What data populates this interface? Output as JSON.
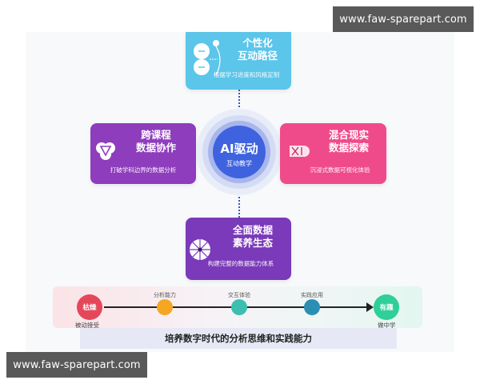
{
  "watermark": {
    "text": "www.faw-sparepart.com"
  },
  "hub": {
    "title": "AI驱动",
    "subtitle": "互动教学",
    "color": "#3f63df"
  },
  "cards": {
    "top": {
      "title_line1": "个性化",
      "title_line2": "互动路径",
      "subtitle": "根据学习进度和风格定制",
      "color": "#5bc5ea",
      "icon": "brain-toggle-icon"
    },
    "left": {
      "title_line1": "跨课程",
      "title_line2": "数据协作",
      "subtitle": "打破学科边界的数据分析",
      "color": "#8e3dbd",
      "icon": "venn-triangle-icon"
    },
    "right": {
      "title_line1": "混合现实",
      "title_line2": "数据探索",
      "subtitle": "沉浸式数据可视化体验",
      "color": "#ef4b8b",
      "icon": "xr-headset-icon"
    },
    "bottom": {
      "title_line1": "全面数据",
      "title_line2": "素养生态",
      "subtitle": "构建完整的数据能力体系",
      "color": "#7a3ab9",
      "icon": "wheel-icon"
    }
  },
  "timeline": {
    "start": {
      "label": "枯燥",
      "caption": "被动接受",
      "color": "#e5475a"
    },
    "steps": [
      {
        "label": "分析能力",
        "color": "#f5a623"
      },
      {
        "label": "交互体验",
        "color": "#3cbfae"
      },
      {
        "label": "实践应用",
        "color": "#2a8fb3"
      }
    ],
    "end": {
      "label": "有趣",
      "caption": "做中学",
      "color": "#2ecf98"
    }
  },
  "footer": {
    "text": "培养数字时代的分析思维和实践能力"
  }
}
